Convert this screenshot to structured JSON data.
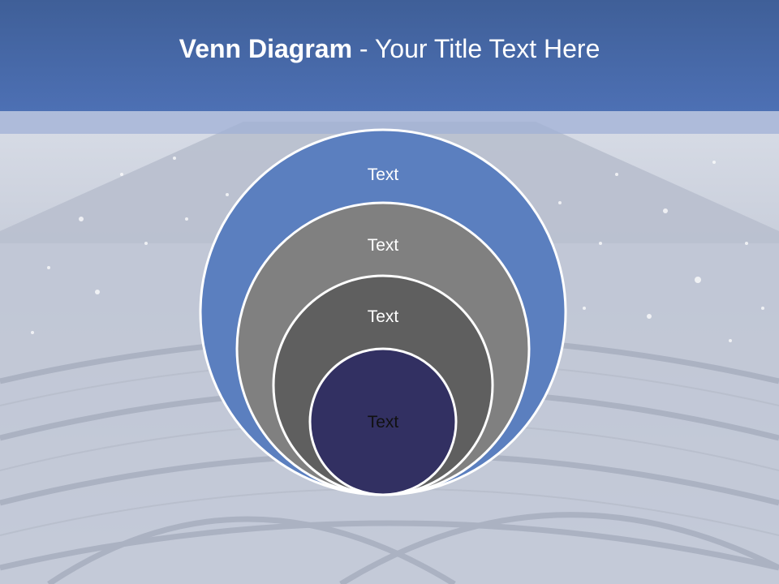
{
  "title": {
    "bold": "Venn Diagram",
    "rest": " - Your Title Text Here"
  },
  "diagram": {
    "type": "nested-circles",
    "rings": [
      {
        "label": "Text",
        "fill": "#5b7fbf",
        "text_color": "#ffffff"
      },
      {
        "label": "Text",
        "fill": "#808080",
        "text_color": "#ffffff"
      },
      {
        "label": "Text",
        "fill": "#5f5f5f",
        "text_color": "#ffffff"
      },
      {
        "label": "Text",
        "fill": "#323062",
        "text_color": "#111111"
      }
    ]
  },
  "colors": {
    "header": "#4a6cb0",
    "background": "#cfd5e2"
  }
}
